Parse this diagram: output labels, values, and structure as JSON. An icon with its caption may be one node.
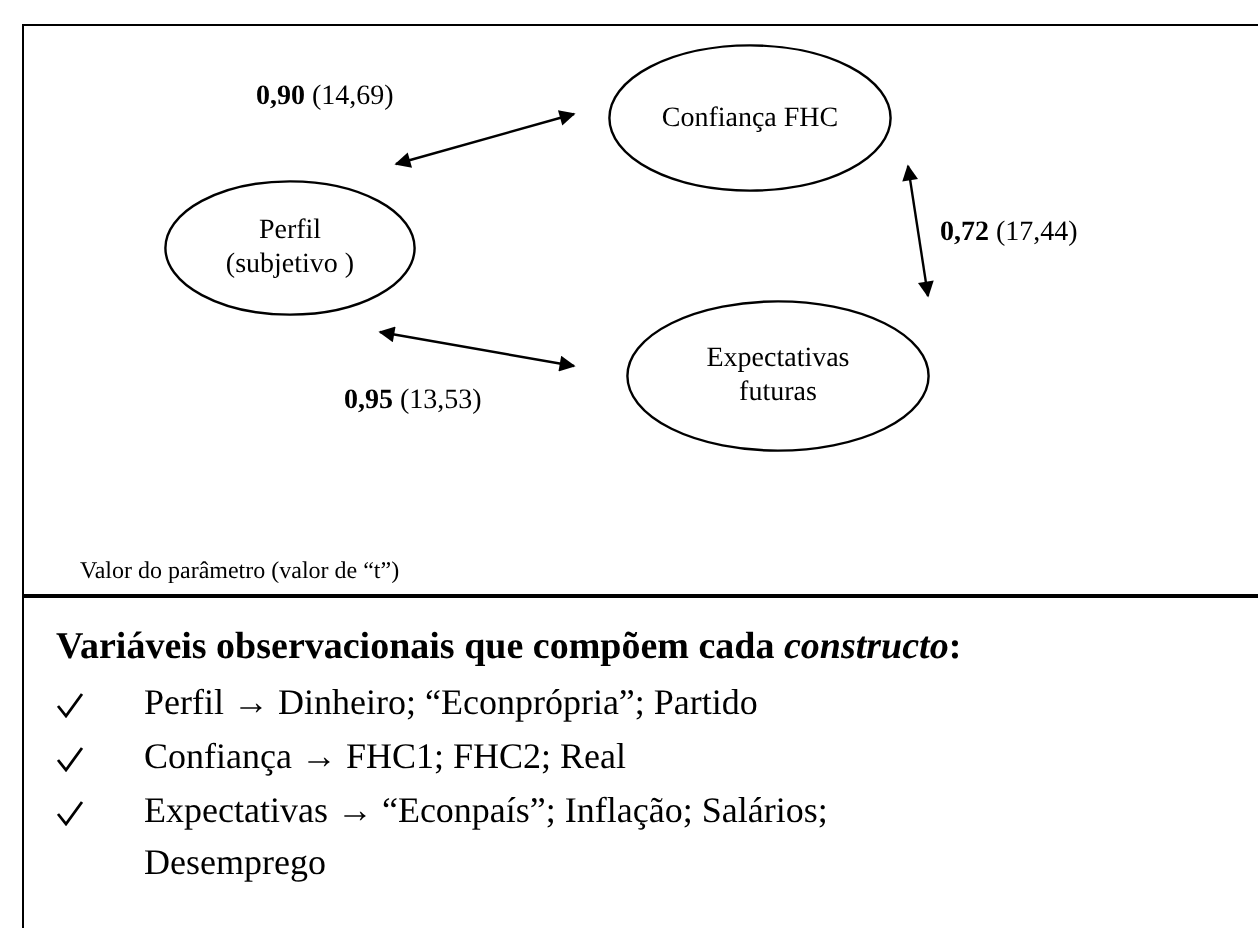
{
  "diagram": {
    "nodes": [
      {
        "text": [
          "Confiança FHC"
        ]
      },
      {
        "text": [
          "Perfil (subjetivo )"
        ]
      },
      {
        "text": [
          "Expectativas futuras"
        ]
      }
    ],
    "edges": [
      {
        "from": 1,
        "to": 0,
        "arrow": "both",
        "label": "**0,90** (14,69)"
      },
      {
        "from": 0,
        "to": 2,
        "arrow": "both",
        "label": "**0,72** (17,44)"
      },
      {
        "from": 1,
        "to": 2,
        "arrow": "both",
        "label": "**0,95** (13,53)"
      }
    ],
    "labels": [
      "Valor do parâmetro (valor de “t”)",
      "Variáveis observacionais que compõem cada *constructo*:",
      "Perfil → Dinheiro; “Econprópria”; Partido",
      "Confiança → FHC1; FHC2; Real",
      "Expectativas → “Econpaís”; Inflação; Salários; Desemprego"
    ]
  }
}
